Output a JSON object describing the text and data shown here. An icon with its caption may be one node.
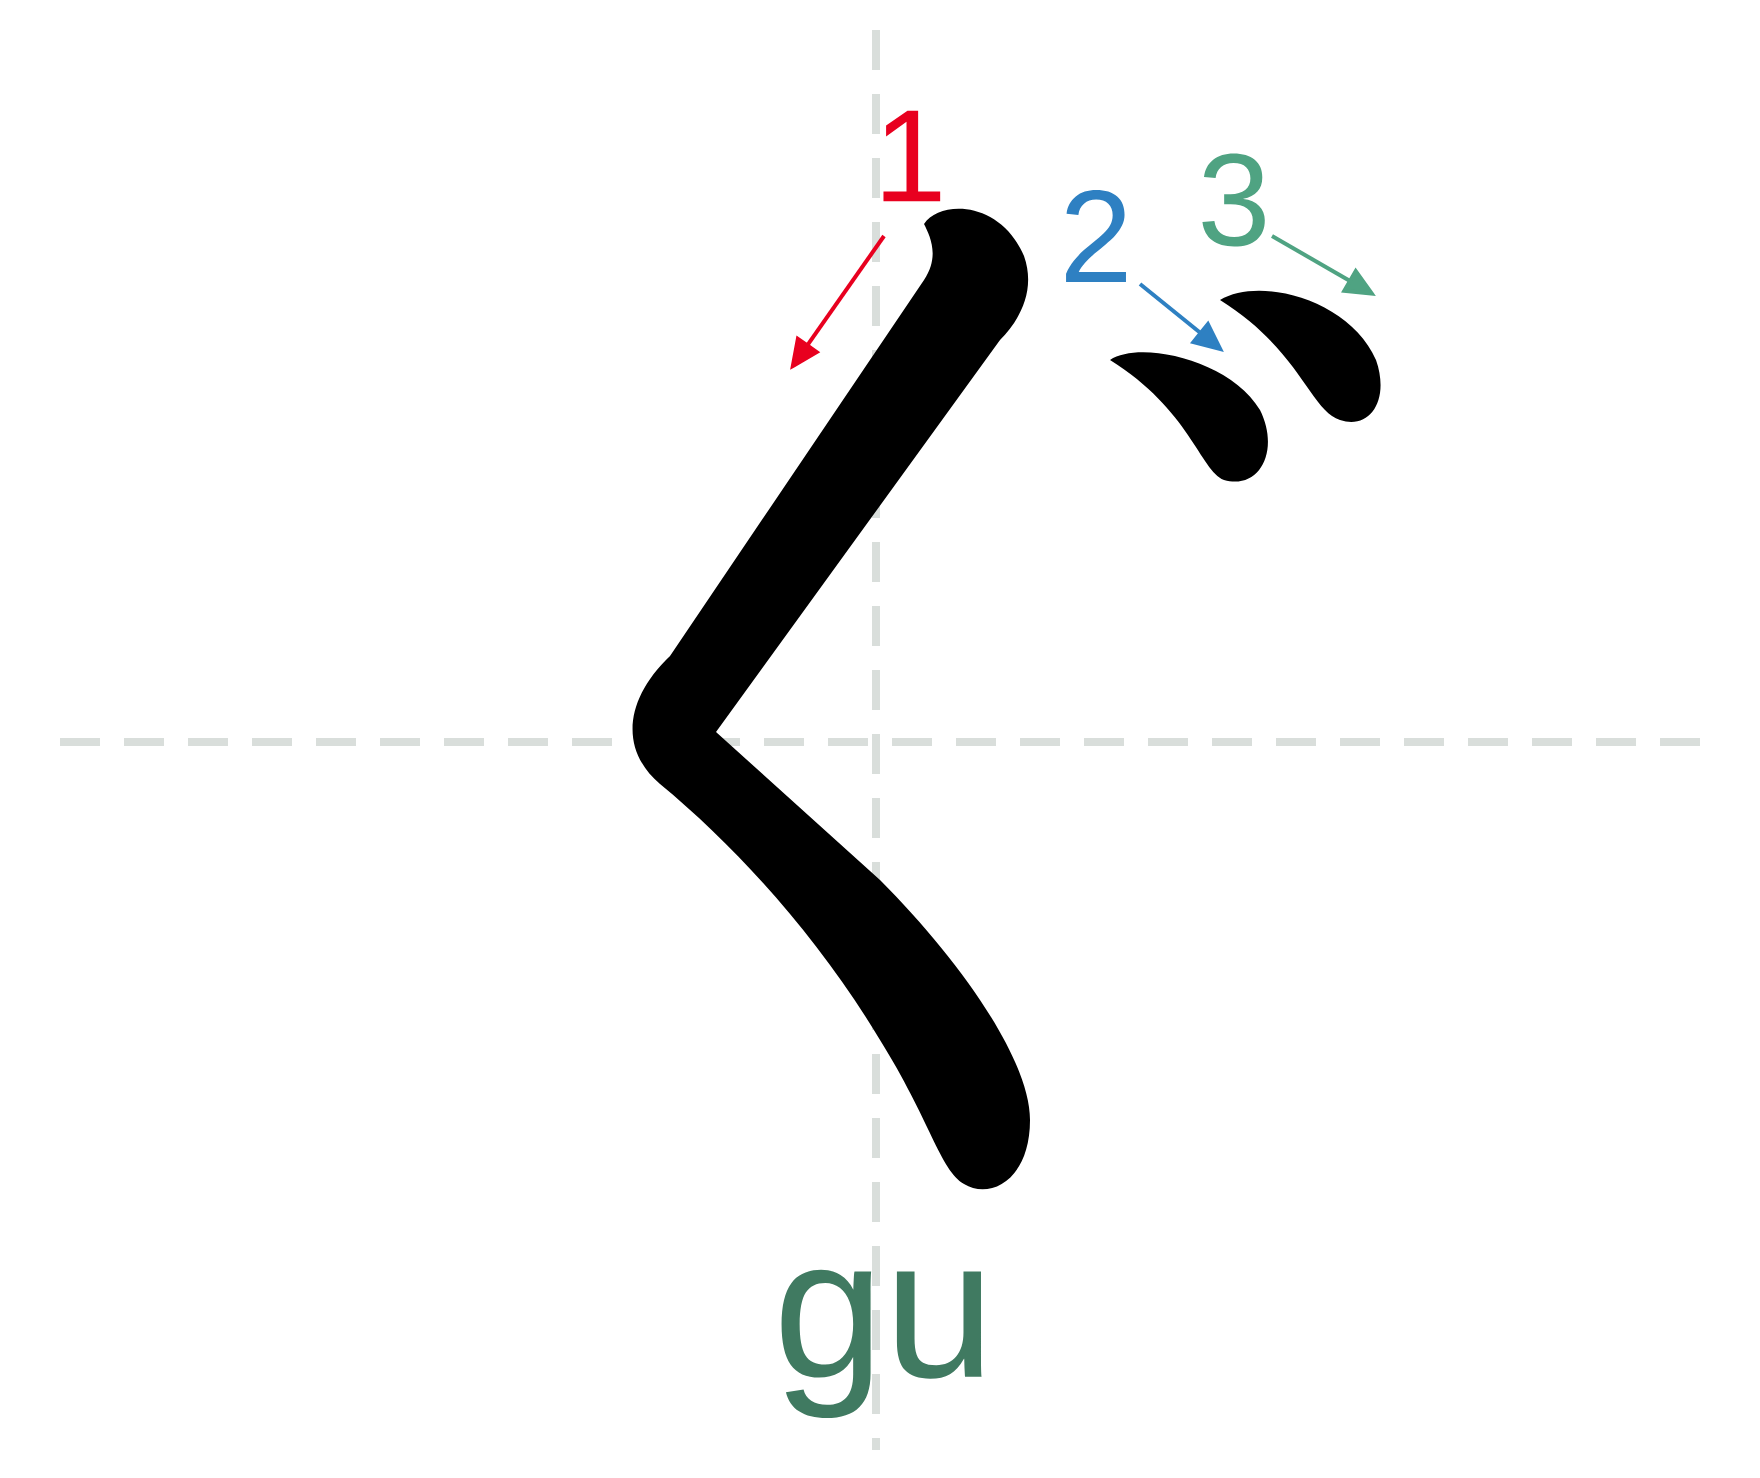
{
  "diagram": {
    "labels": [
      "1",
      "2",
      "3",
      "gu"
    ]
  }
}
